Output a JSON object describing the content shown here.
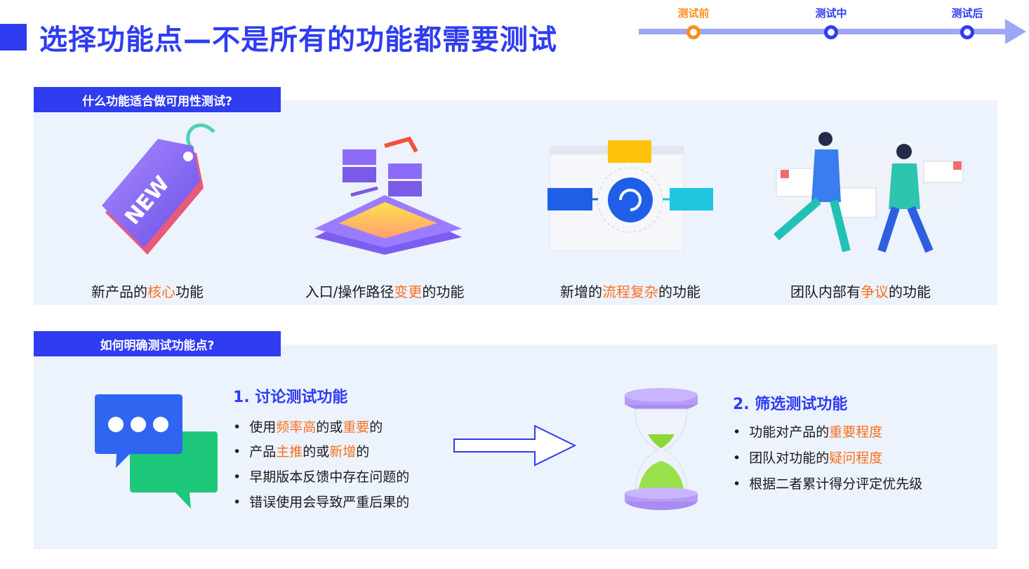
{
  "header": {
    "title": "选择功能点—不是所有的功能都需要测试"
  },
  "timeline": {
    "stages": [
      "测试前",
      "测试中",
      "测试后"
    ],
    "active_index": 0
  },
  "colors": {
    "brand": "#2f3cf0",
    "accent": "#f7701e",
    "band": "#edf3fd"
  },
  "section1": {
    "tag": "什么功能适合做可用性测试?",
    "features": [
      {
        "icon": "new-tag-icon",
        "pre": "新产品的",
        "hl": "核心",
        "post": "功能"
      },
      {
        "icon": "data-cubes-icon",
        "pre": "入口/操作路径",
        "hl": "变更",
        "post": "的功能"
      },
      {
        "icon": "workflow-icon",
        "pre": "新增的",
        "hl": "流程复杂",
        "post": "的功能"
      },
      {
        "icon": "team-discussion-icon",
        "pre": "团队内部有",
        "hl": "争议",
        "post": "的功能"
      }
    ]
  },
  "section2": {
    "tag": "如何明确测试功能点?",
    "discuss": {
      "icon": "chat-bubbles-icon",
      "title": "1. 讨论测试功能",
      "bullets": [
        {
          "parts": [
            {
              "t": "使用"
            },
            {
              "t": "频率高",
              "hl": true
            },
            {
              "t": "的或"
            },
            {
              "t": "重要",
              "hl": true
            },
            {
              "t": "的"
            }
          ]
        },
        {
          "parts": [
            {
              "t": "产品"
            },
            {
              "t": "主推",
              "hl": true
            },
            {
              "t": "的或"
            },
            {
              "t": "新增",
              "hl": true
            },
            {
              "t": "的"
            }
          ]
        },
        {
          "parts": [
            {
              "t": "早期版本反馈中存在问题的"
            }
          ]
        },
        {
          "parts": [
            {
              "t": "错误使用会导致严重后果的"
            }
          ]
        }
      ]
    },
    "arrow_icon": "arrow-right-outline-icon",
    "filter": {
      "icon": "hourglass-icon",
      "title": "2. 筛选测试功能",
      "bullets": [
        {
          "parts": [
            {
              "t": "功能对产品的"
            },
            {
              "t": "重要程度",
              "hl": true
            }
          ]
        },
        {
          "parts": [
            {
              "t": "团队对功能的"
            },
            {
              "t": "疑问程度",
              "hl": true
            }
          ]
        },
        {
          "parts": [
            {
              "t": "根据二者累计得分评定优先级"
            }
          ]
        }
      ]
    }
  }
}
